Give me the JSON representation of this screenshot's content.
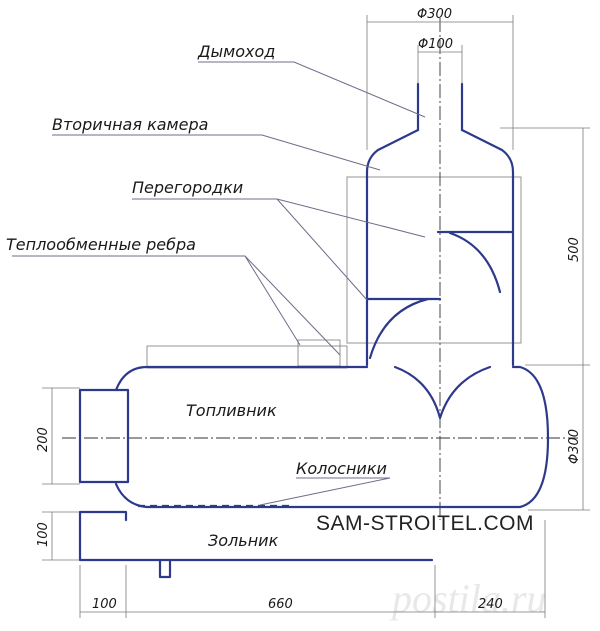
{
  "labels": {
    "chimney": "Дымоход",
    "secondary_chamber": "Вторичная камера",
    "partitions": "Перегородки",
    "heat_fins": "Теплообменные ребра",
    "firebox": "Топливник",
    "grates": "Колосники",
    "ash_pit": "Зольник"
  },
  "dimensions": {
    "d300_top": "Φ300",
    "d100": "Φ100",
    "h500": "500",
    "d300_side": "Φ300",
    "h200": "200",
    "h100": "100",
    "w100": "100",
    "w660": "660",
    "w240": "240"
  },
  "watermark": "SAM-STROITEL.COM",
  "logo_text": "postila.ru",
  "colors": {
    "outline": "#2d3a8c",
    "text": "#1a1a1a",
    "watermark_logo": "#e8e8e8"
  }
}
